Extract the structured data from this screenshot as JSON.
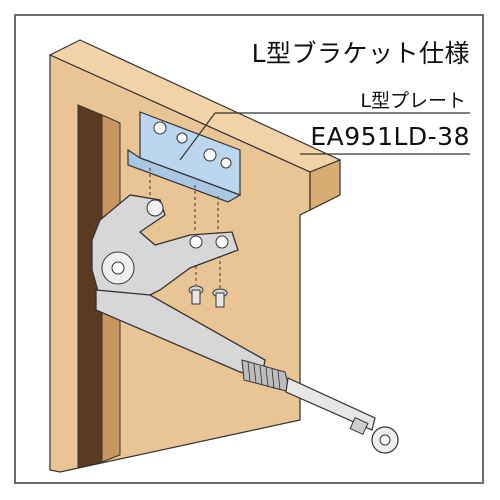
{
  "title": "L型ブラケット仕様",
  "plate_label": "L型プレート",
  "part_number": "EA951LD-38",
  "colors": {
    "wood": "#e9c595",
    "wood_dark": "#c9965f",
    "wood_shadow": "#5a3b20",
    "metal": "#d7d7d7",
    "metal_light": "#efefef",
    "plate_blue": "#bcd6ef",
    "outline": "#333333"
  },
  "icons": [
    "l-bracket-icon",
    "screw-icon",
    "door-closer-arm-icon"
  ]
}
